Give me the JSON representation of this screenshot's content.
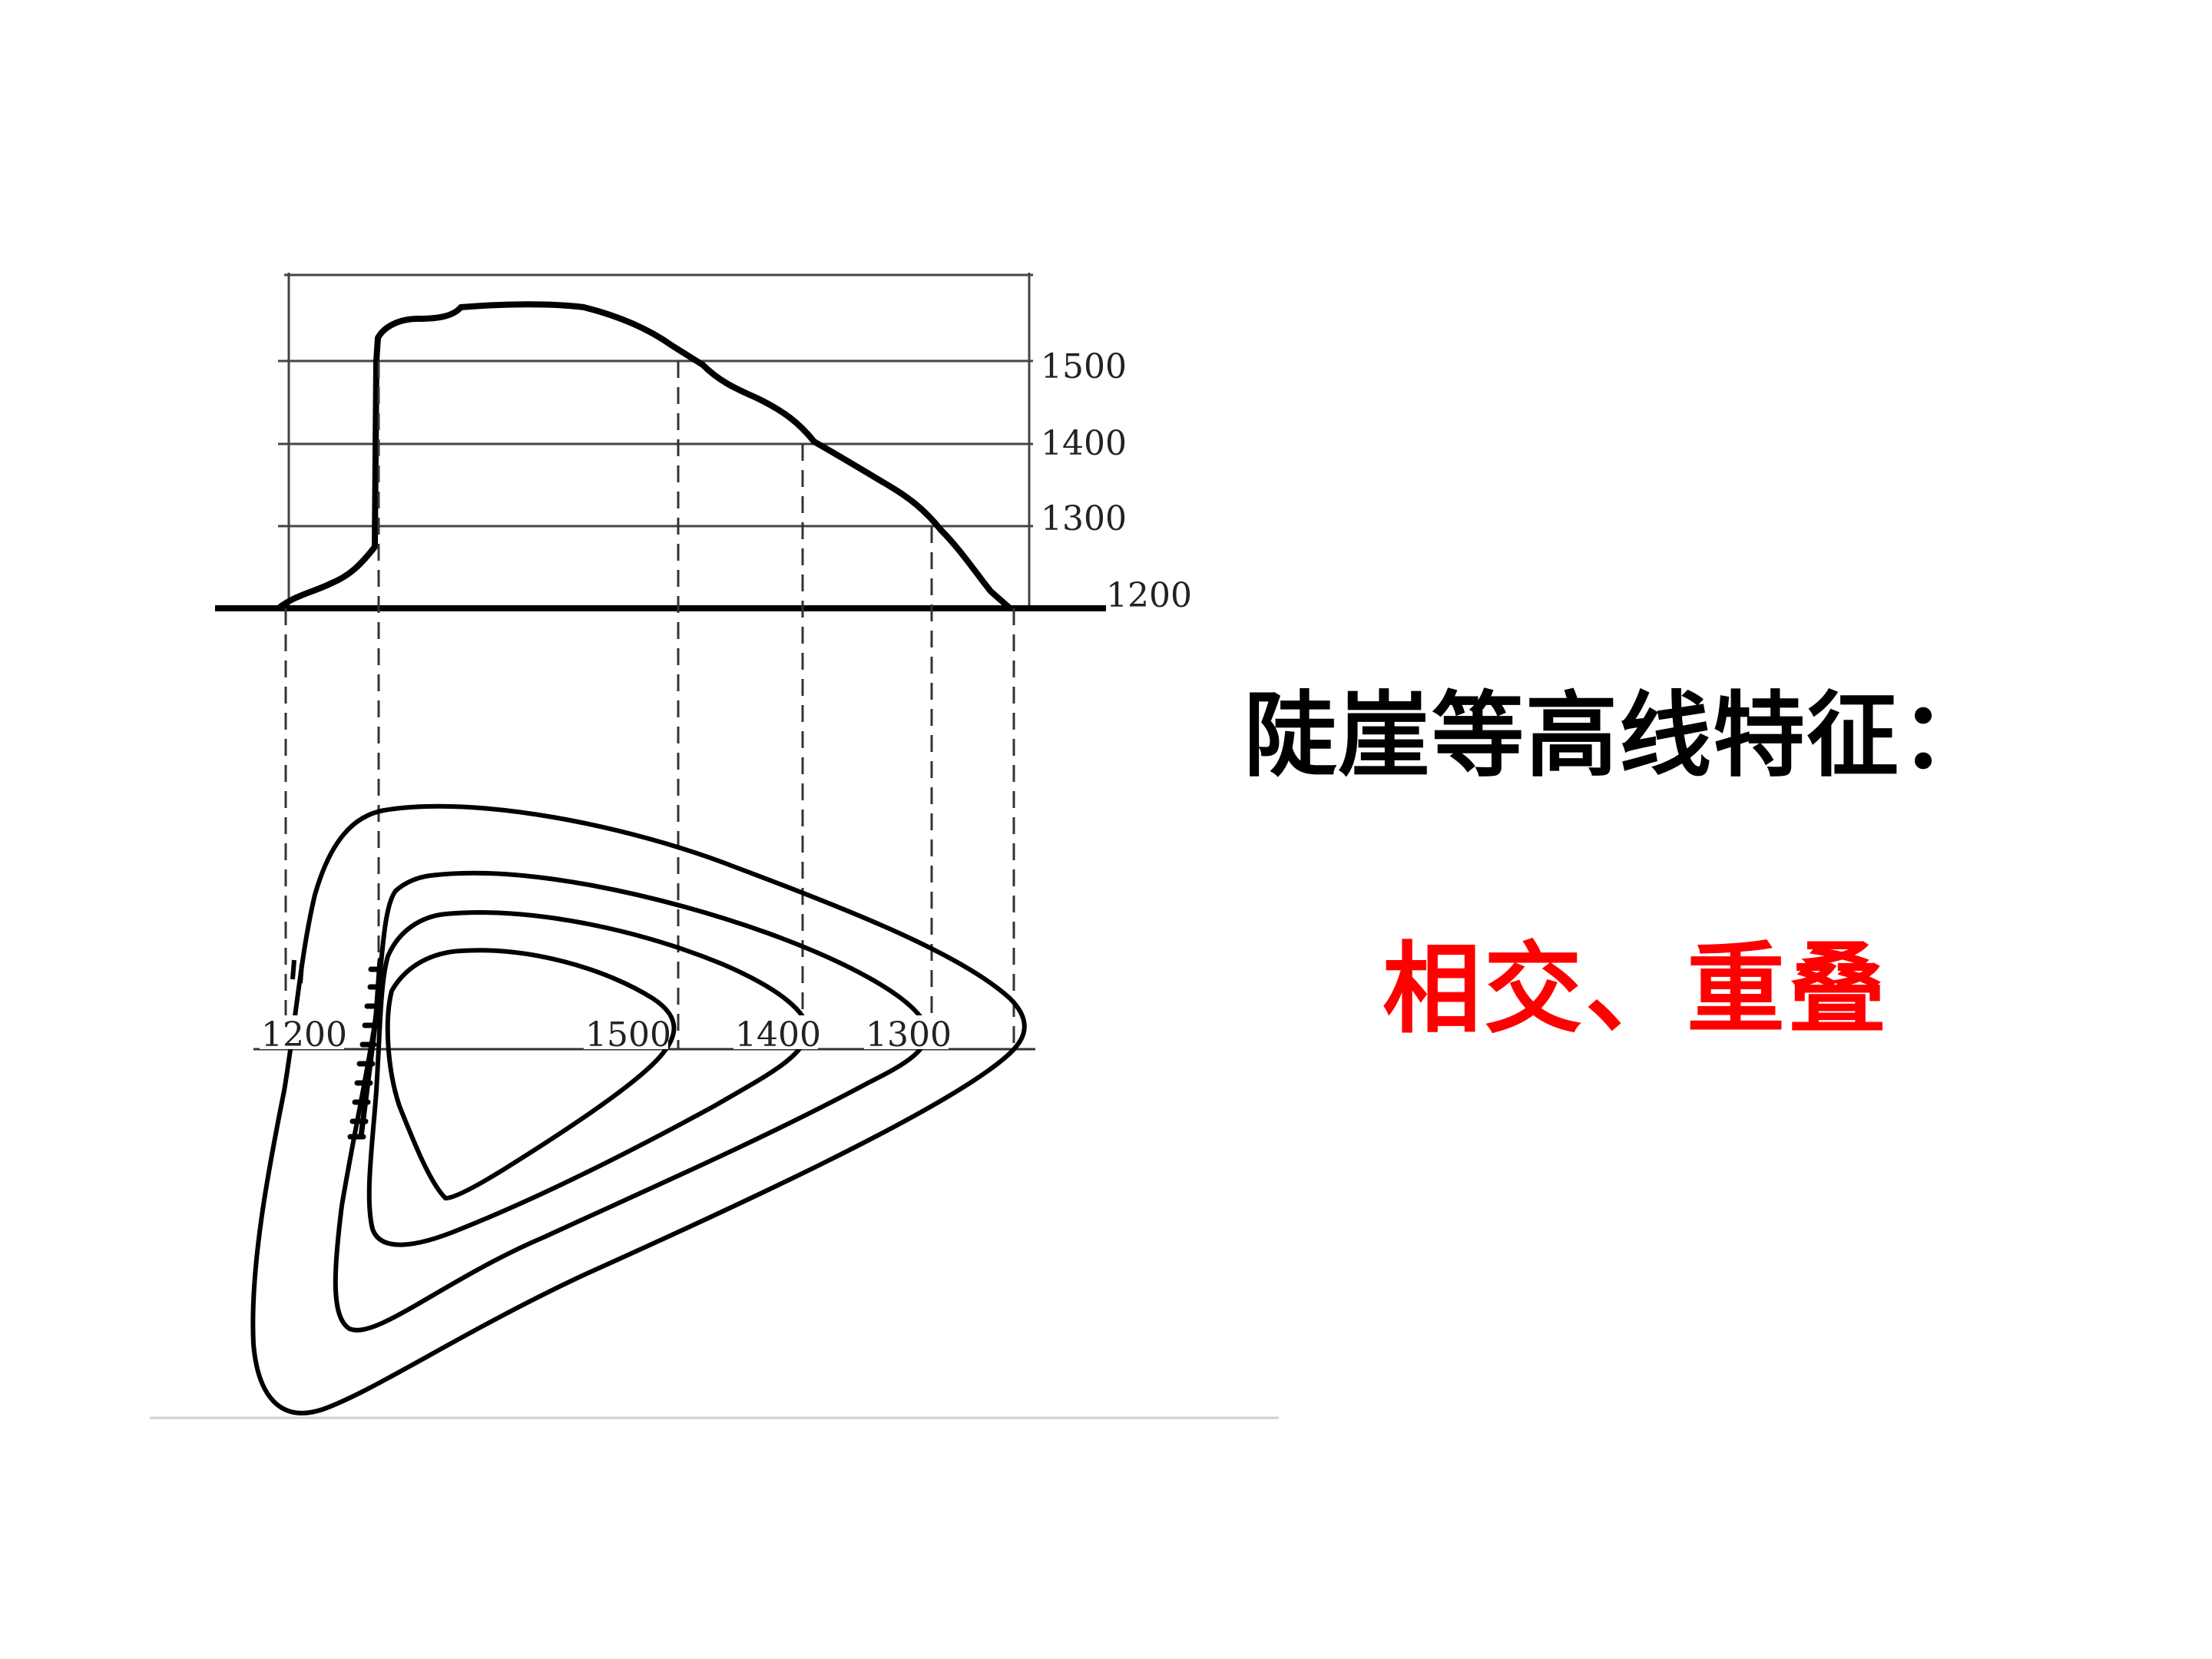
{
  "heading": "陡崖等高线特征：",
  "answer": "相交、重叠",
  "colors": {
    "heading": "#000000",
    "answer": "#ff0000",
    "line": "#000000"
  },
  "profile": {
    "elevation_labels": [
      "1500",
      "1400",
      "1300",
      "1200"
    ]
  },
  "plan": {
    "contour_labels": [
      "1200",
      "1500",
      "1400",
      "1300"
    ]
  }
}
